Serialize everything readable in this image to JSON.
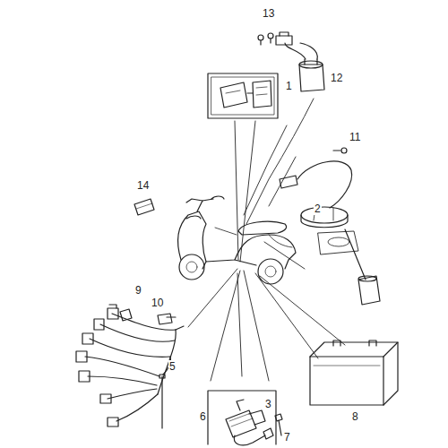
{
  "diagram": {
    "labels": [
      "13",
      "1",
      "12",
      "11",
      "2",
      "14",
      "9",
      "10",
      "5",
      "3",
      "6",
      "7",
      "8"
    ]
  }
}
